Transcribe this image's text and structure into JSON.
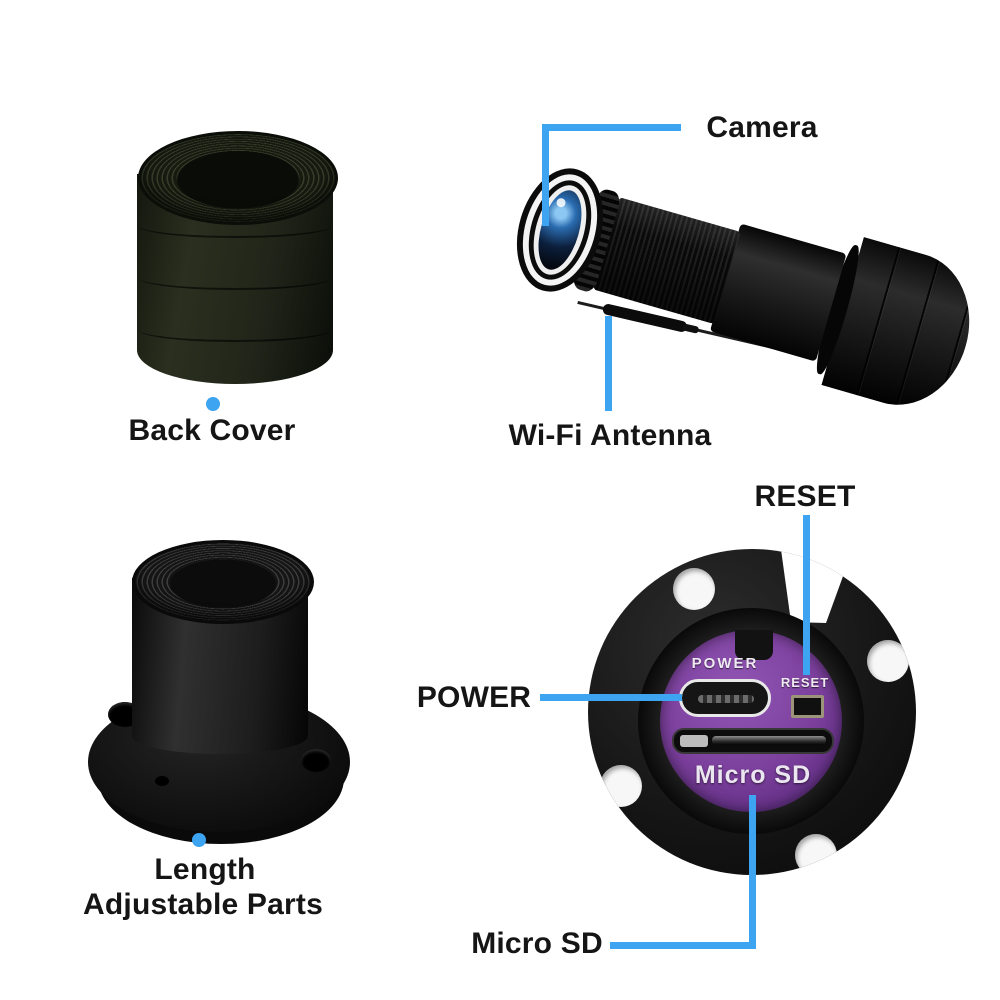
{
  "colors": {
    "callout_blue": "#3CA4F0",
    "label_text": "#151515",
    "panel_purple": "#7B3F9C",
    "background": "#FFFFFF"
  },
  "callouts": {
    "back_cover": {
      "label": "Back Cover"
    },
    "camera": {
      "label": "Camera"
    },
    "wifi_antenna": {
      "label": "Wi-Fi Antenna"
    },
    "reset": {
      "label": "RESET"
    },
    "power": {
      "label": "POWER"
    },
    "micro_sd": {
      "label": "Micro SD"
    },
    "length_adjustable": {
      "label_line1": "Length",
      "label_line2": "Adjustable Parts"
    }
  },
  "rear_panel_prints": {
    "power": "POWER",
    "reset": "RESET",
    "micro_sd": "Micro SD"
  }
}
